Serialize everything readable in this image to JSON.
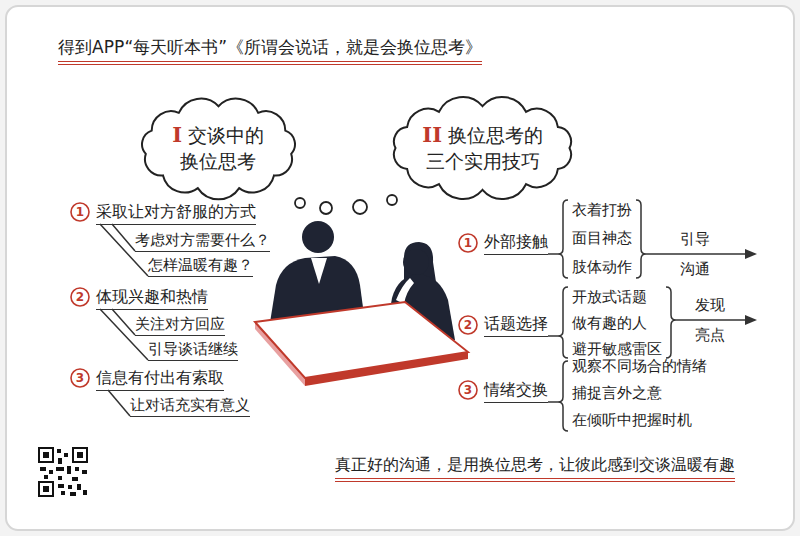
{
  "diagram": {
    "title": "得到APP“每天听本书”《所谓会说话，就是会换位思考》",
    "caption": "真正好的沟通，是用换位思考，让彼此感到交谈温暖有趣",
    "nodes": [
      {
        "text": [
          "I",
          "交谈中的 换位思考"
        ]
      },
      {
        "text": [
          "II",
          "换位思考的 三个实用技巧"
        ]
      }
    ],
    "labels": [
      "1",
      "采取让对方舒服的方式",
      "考虑对方需要什么？",
      "怎样温暖有趣？",
      "2",
      "体现兴趣和热情",
      "关注对方回应",
      "引导谈话继续",
      "3",
      "信息有付出有索取",
      "让对话充实有意义",
      "1",
      "外部接触",
      "衣着打扮",
      "面目神态",
      "肢体动作",
      "引导 沟通",
      "2",
      "话题选择",
      "开放式话题",
      "做有趣的人",
      "避开敏感雷区",
      "发现 亮点",
      "3",
      "情绪交换",
      "观察不同场合的情绪",
      "捕捉言外之意",
      "在倾听中把握时机"
    ]
  }
}
